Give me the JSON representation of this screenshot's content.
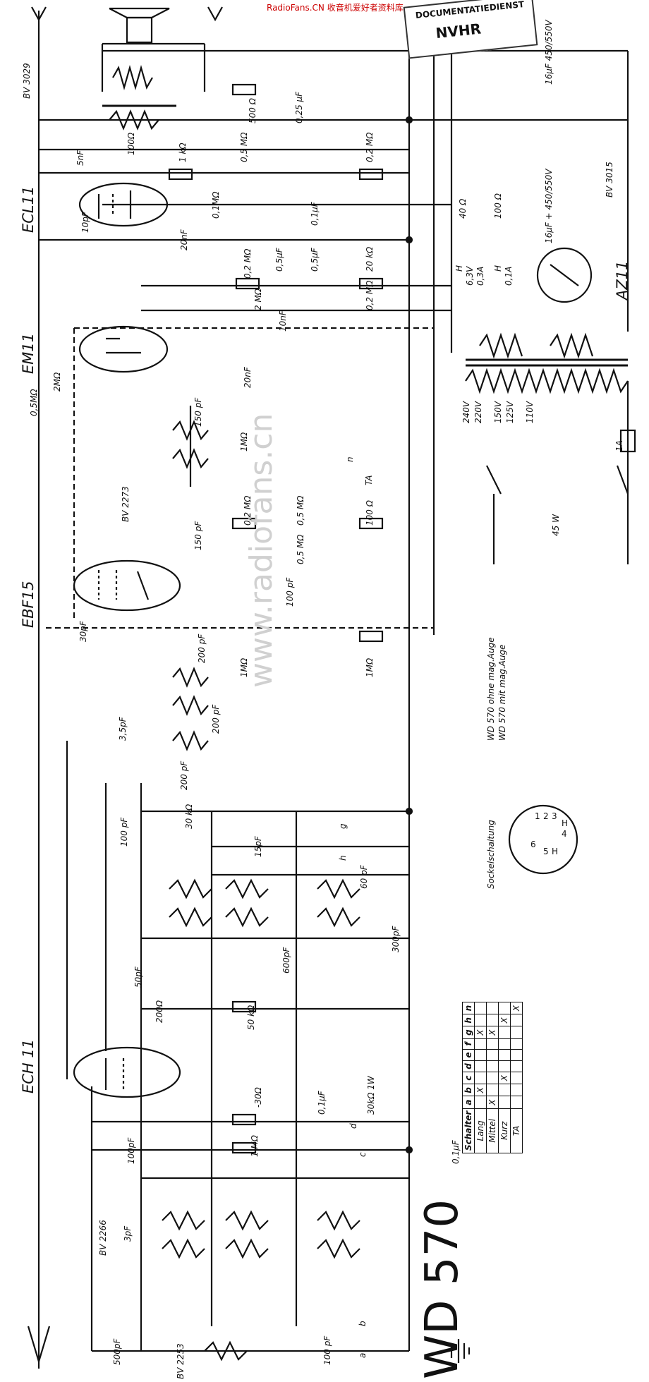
{
  "model_title": "WD 570",
  "tubes": [
    "ECL11",
    "EM11",
    "EBF15",
    "ECH 11",
    "AZ11"
  ],
  "coil_labels": [
    "BV 3029",
    "BV 3015",
    "BV 2273",
    "BV 2266",
    "BV 2253"
  ],
  "stamp": {
    "line1": "DOCUMENTATIEDIENST",
    "line2": "NVHR"
  },
  "source_watermark": "RadioFans.CN 收音机爱好者资料库",
  "watermark": "www.radiofans.cn",
  "socket_label": "Sockelschaltung",
  "socket_pins": [
    "1",
    "2",
    "3",
    "6",
    "5",
    "H",
    "4",
    "H"
  ],
  "note_line1": "WD 570 ohne mag.Auge",
  "note_line2": "WD 570 mit mag.Auge",
  "power": "45 W",
  "fuse": "1A",
  "ta_label": "TA",
  "mains_taps": [
    "240V",
    "220V",
    "150V",
    "125V",
    "110V"
  ],
  "heater": [
    "H",
    "6,3V",
    "0,3A",
    "H",
    "0,1A"
  ],
  "electrolytic_1": "16µF 450/550V",
  "electrolytic_2": "16µF + 450/550V",
  "switch_table": {
    "header": [
      "Schalter",
      "a",
      "b",
      "c",
      "d",
      "e",
      "f",
      "g",
      "h",
      "n"
    ],
    "rows": [
      [
        "Lang",
        "",
        "X",
        "",
        "",
        "",
        "",
        "X",
        "",
        ""
      ],
      [
        "Mittel",
        "X",
        "",
        "",
        "",
        "",
        "",
        "X",
        "",
        ""
      ],
      [
        "Kurz",
        "",
        "",
        "X",
        "",
        "",
        "",
        "",
        "X",
        ""
      ],
      [
        "TA",
        "",
        "",
        "",
        "",
        "",
        "",
        "",
        "",
        "X"
      ]
    ]
  },
  "values": {
    "v1": "500 Ω",
    "v2": "0,25 µF",
    "v3": "5nF",
    "v4": "100Ω",
    "v5": "1 kΩ",
    "v6": "0,5 MΩ",
    "v7": "0,2 MΩ",
    "v8": "10pF",
    "v9": "0,1MΩ",
    "v10": "20nF",
    "v11": "0,1µF",
    "v12": "0,2 MΩ",
    "v13": "0,5µF",
    "v14": "0,5µF",
    "v15": "20 kΩ",
    "v16": "2 MΩ",
    "v17": "0,2 MΩ",
    "v18": "40 Ω",
    "v19": "100 Ω",
    "v20": "10nF",
    "v21": "0,5MΩ",
    "v22": "2MΩ",
    "v23": "20nF",
    "v24": "150 pF",
    "v25": "1MΩ",
    "v26": "0,2 MΩ",
    "v27": "0,5 MΩ",
    "v28": "100 Ω",
    "v29": "150 pF",
    "v30": "0,5 MΩ",
    "v31": "100 pF",
    "v32": "30pF",
    "v33": "200 pF",
    "v34": "1MΩ",
    "v35": "1MΩ",
    "v36": "3,5pF",
    "v37": "200 pF",
    "v38": "200 pF",
    "v39": "30 kΩ",
    "v40": "100 pF",
    "v41": "15pF",
    "v42": "60 pF",
    "v43": "300pF",
    "v44": "600pF",
    "v45": "50pF",
    "v46": "200Ω",
    "v47": "50 kΩ",
    "v48": "-30Ω",
    "v49": "0,1µF",
    "v50": "30kΩ 1W",
    "v51": "1 MΩ",
    "v52": "100pF",
    "v53": "0,1µF",
    "v54": "3pF",
    "v55": "500pF",
    "v56": "100 pF"
  },
  "switch_letters": [
    "a",
    "b",
    "c",
    "d",
    "g",
    "h",
    "n"
  ]
}
